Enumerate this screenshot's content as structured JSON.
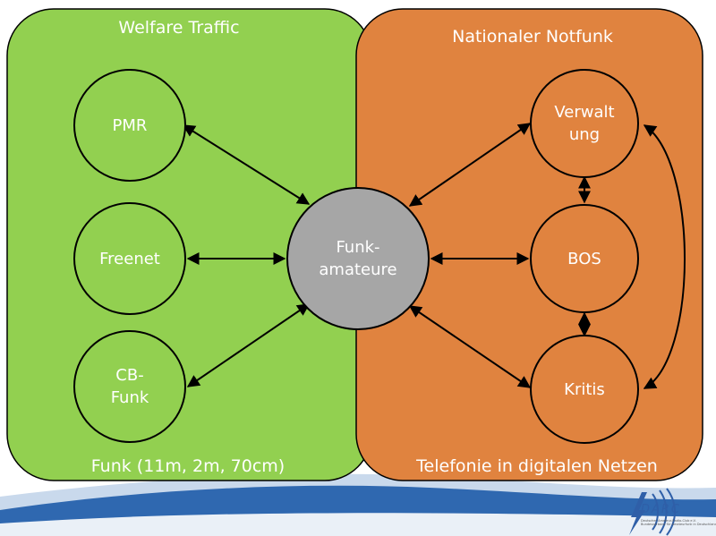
{
  "panels": {
    "left": {
      "title": "Welfare Traffic",
      "footer": "Funk (11m, 2m, 70cm)",
      "color": "#92d050"
    },
    "right": {
      "title": "Nationaler Notfunk",
      "footer": "Telefonie in digitalen Netzen",
      "color": "#e0833f"
    }
  },
  "center_node": {
    "label": "Funk-\namateure",
    "color": "#a6a6a6"
  },
  "left_nodes": [
    {
      "label": "PMR"
    },
    {
      "label": "Freenet"
    },
    {
      "label": "CB-\nFunk"
    }
  ],
  "right_nodes": [
    {
      "label": "Verwalt\nung"
    },
    {
      "label": "BOS"
    },
    {
      "label": "Kritis"
    }
  ],
  "logo": {
    "text": "DARC",
    "subtext": "Deutscher Amateur-Radio-Club e.V.\nBundesverband für Amateurfunk in Deutschland"
  },
  "colors": {
    "wave_blue": "#2f68b0",
    "wave_light": "#c9d9ec"
  }
}
